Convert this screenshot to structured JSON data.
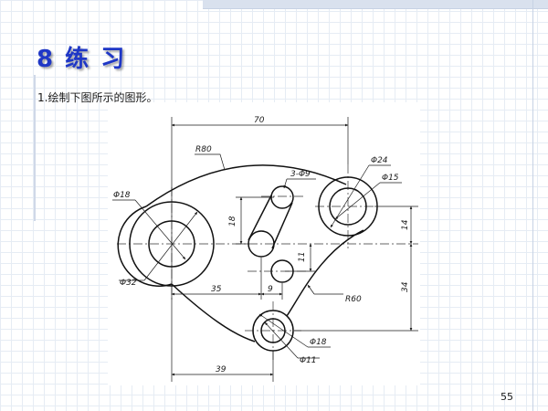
{
  "slide": {
    "title": "8 练 习",
    "instruction": "1.绘制下图所示的图形。",
    "page_number": "55",
    "title_color": "#1f37c6"
  },
  "drawing": {
    "dimensions": {
      "overall_width": "70",
      "outer_arc_radius": "R80",
      "slot_holes": "3-Φ9",
      "top_right_outer": "Φ24",
      "top_right_inner": "Φ15",
      "left_inner": "Φ18",
      "left_outer": "Φ32",
      "slot_height": "18",
      "right_offset": "14",
      "lower_slot_height": "11",
      "horizontal_35": "35",
      "horizontal_9": "9",
      "bottom_arc_radius": "R60",
      "right_vertical": "34",
      "bottom_outer": "Φ18",
      "bottom_inner": "Φ11",
      "bottom_offset": "39"
    }
  }
}
